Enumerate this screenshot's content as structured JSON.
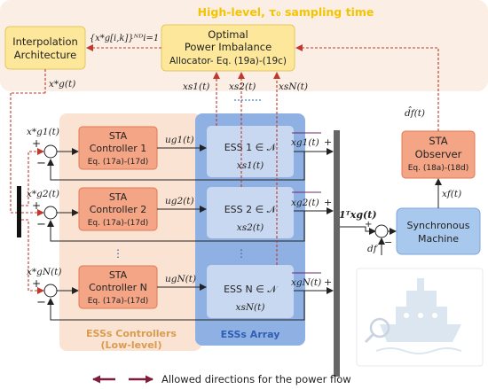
{
  "top_band": {
    "title": "High-level, τ₀  sampling time",
    "color": "#f5c400"
  },
  "interpolation": {
    "line1": "Interpolation",
    "line2": "Architecture"
  },
  "allocator": {
    "line1": "Optimal",
    "line2": "Power Imbalance",
    "line3": "Allocator- Eq. (19a)-(19c)"
  },
  "sequence_label": "{x*g[i,k]}ᴺᴰi=1",
  "xg_star_label": "x*g(t)",
  "xs_labels": [
    "xs1(t)",
    "xs2(t)",
    "xsN(t)"
  ],
  "controllers": {
    "panel_title_1": "ESSs Controllers",
    "panel_title_2": "(Low-level)",
    "items": [
      {
        "ref": "x*g1(t)",
        "title": "STA",
        "name": "Controller 1",
        "eq": "Eq. (17a)-(17d)",
        "u": "ug1(t)"
      },
      {
        "ref": "x*g2(t)",
        "title": "STA",
        "name": "Controller 2",
        "eq": "Eq. (17a)-(17d)",
        "u": "ug2(t)"
      },
      {
        "ref": "x*gN(t)",
        "title": "STA",
        "name": "Controller N",
        "eq": "Eq. (17a)-(17d)",
        "u": "ugN(t)"
      }
    ]
  },
  "ess_array": {
    "title": "ESSs Array",
    "items": [
      {
        "name": "ESS 1 ∈ 𝒩",
        "state": "xs1(t)",
        "out": "xg1(t)"
      },
      {
        "name": "ESS 2 ∈ 𝒩",
        "state": "xs2(t)",
        "out": "xg2(t)"
      },
      {
        "name": "ESS N ∈ 𝒩",
        "state": "xsN(t)",
        "out": "xgN(t)"
      }
    ]
  },
  "bus_sum_label": "1ᵀxg(t)",
  "observer": {
    "line1": "STA",
    "line2": "Observer",
    "line3": "Eq. (18a)-(18d)",
    "estimate": "d̂f(t)",
    "input": "xf(t)"
  },
  "machine": {
    "line1": "Synchronous",
    "line2": "Machine"
  },
  "disturbance": "df",
  "legend": "Allowed directions for the power flow",
  "colors": {
    "orange_box": "#f4a585",
    "orange_box_edge": "#e07a55",
    "yellow_box": "#fde79a",
    "panel_peach": "#fbe3d3",
    "ess_panel": "#8fb0e3",
    "ess_cell": "#c9d8f1",
    "machine": "#a8c8ee",
    "red_dash": "#c0392b",
    "legend_arrow": "#7d1e3a"
  }
}
